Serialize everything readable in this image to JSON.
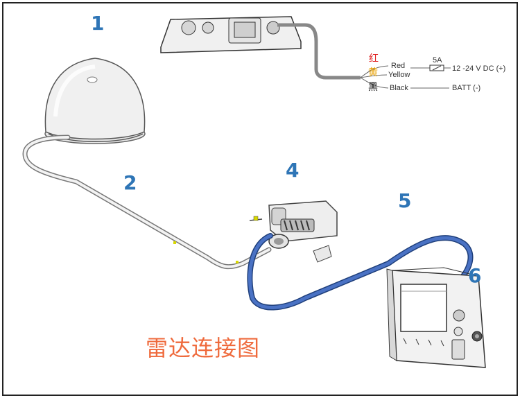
{
  "callouts": {
    "c1": "1",
    "c2": "2",
    "c3": "",
    "c4": "4",
    "c5": "5",
    "c6": "6"
  },
  "wiring": {
    "red_cn": "红",
    "yellow_cn": "黄",
    "black_cn": "黑",
    "red": "Red",
    "yellow": "Yellow",
    "black": "Black",
    "fuse": "5A",
    "power_pos": "12 -24 V DC (+)",
    "power_neg": "BATT (-)"
  },
  "caption": "雷达连接图",
  "colors": {
    "callout": "#2e75b6",
    "blue_cable": "#3a5fa8",
    "caption": "#ef6a3c",
    "wire_red": "#e02020",
    "wire_yellow": "#e8a000",
    "wire_black": "#000000"
  }
}
